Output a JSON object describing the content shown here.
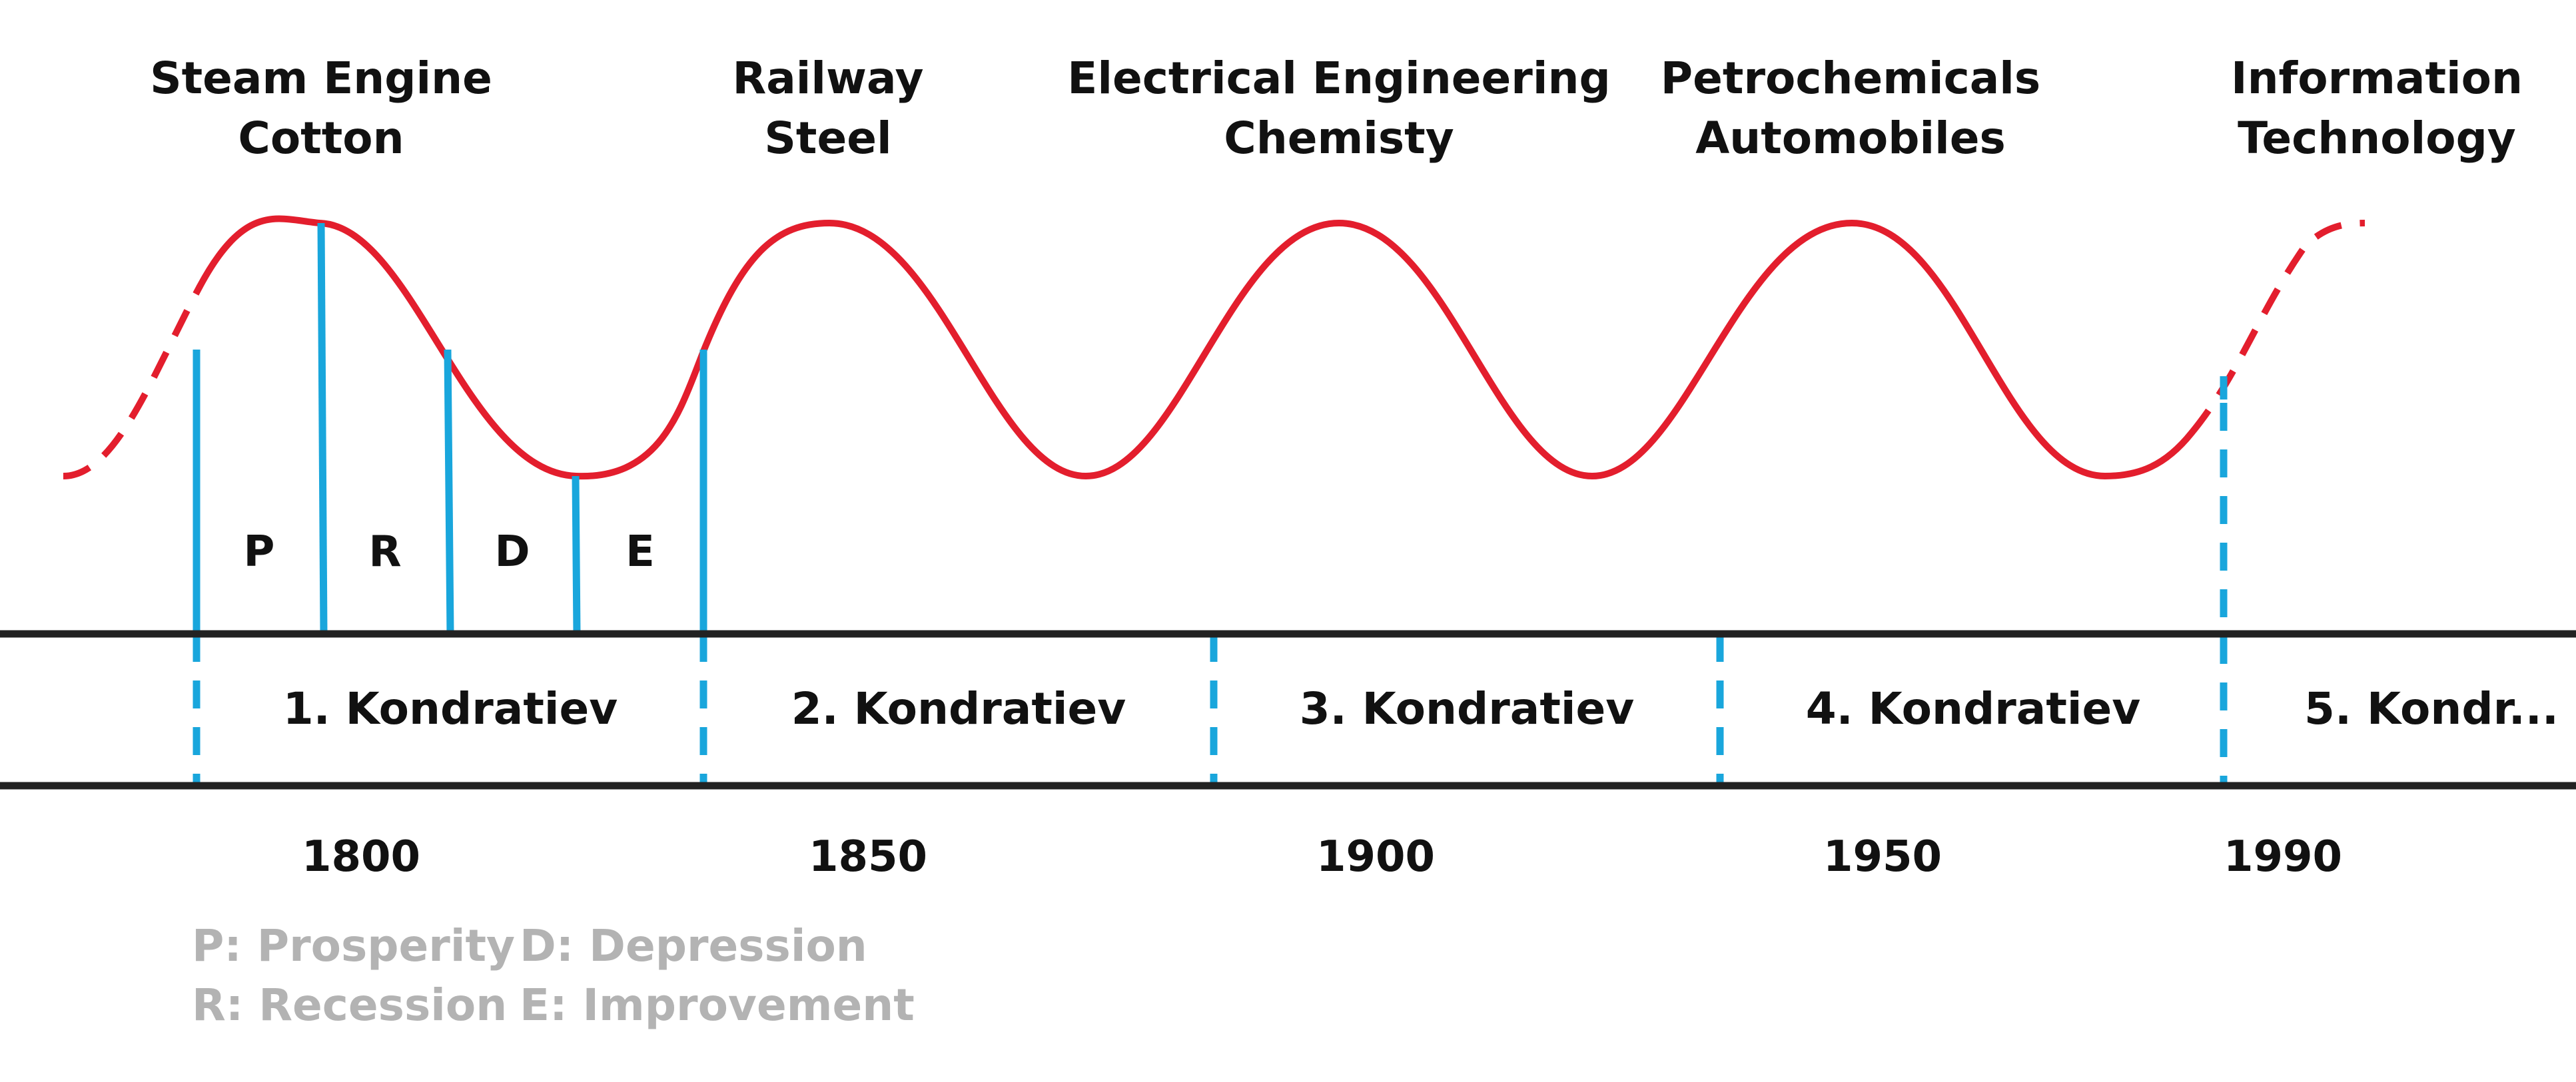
{
  "colors": {
    "wave": "#e31e2d",
    "markers": "#19a6dc",
    "axis": "#222222",
    "text": "#111111",
    "legend": "#b3b3b3"
  },
  "innovations": [
    {
      "line1": "Steam Engine",
      "line2": "Cotton"
    },
    {
      "line1": "Railway",
      "line2": "Steel"
    },
    {
      "line1": "Electrical Engineering",
      "line2": "Chemisty"
    },
    {
      "line1": "Petrochemicals",
      "line2": "Automobiles"
    },
    {
      "line1": "Information",
      "line2": "Technology"
    }
  ],
  "phases": [
    "P",
    "R",
    "D",
    "E"
  ],
  "cycles": [
    "1. Kondratiev",
    "2. Kondratiev",
    "3. Kondratiev",
    "4. Kondratiev",
    "5. Kondr..."
  ],
  "years": [
    "1800",
    "1850",
    "1900",
    "1950",
    "1990"
  ],
  "legend": [
    "P: Prosperity",
    "R: Recession",
    "D: Depression",
    "E: Improvement"
  ]
}
